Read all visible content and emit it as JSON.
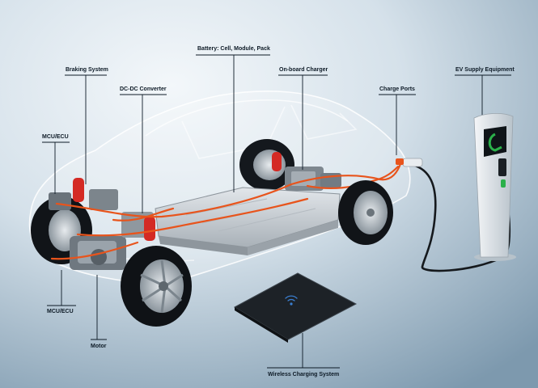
{
  "labels": {
    "battery": "Battery: Cell, Module, Pack",
    "braking": "Braking System",
    "dcdc": "DC-DC Converter",
    "mcu_top": "MCU/ECU",
    "mcu_bottom": "MCU/ECU",
    "motor": "Motor",
    "onboard_charger": "On-board Charger",
    "charge_ports": "Charge Ports",
    "evse": "EV Supply Equipment",
    "wireless": "Wireless Charging System"
  },
  "colors": {
    "background_light": "#f2f6f9",
    "background_dark": "#7f9bb0",
    "wiring": "#e8541c",
    "springs": "#d42a24",
    "battery": "#c9cfd4",
    "tires": "#111418",
    "charger_screen": "#2bb04a"
  }
}
